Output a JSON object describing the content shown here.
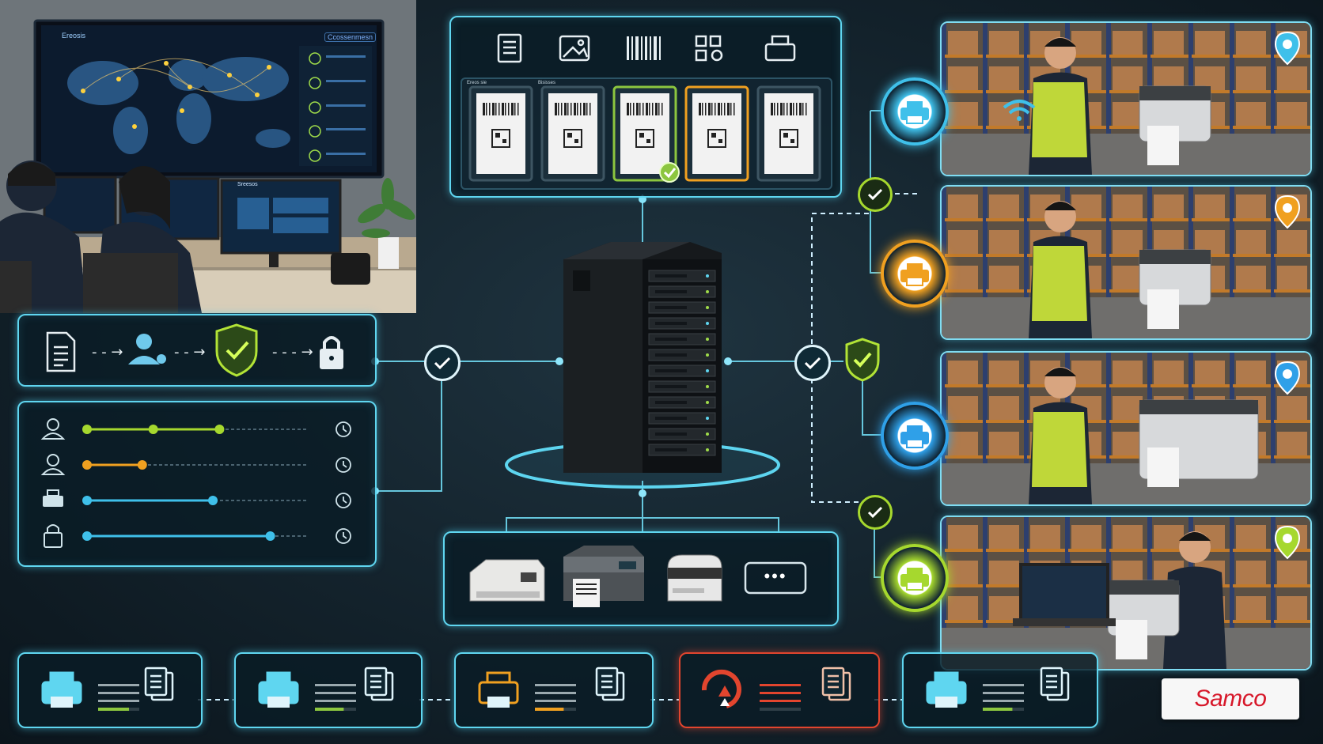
{
  "brand": {
    "logo_text": "Samco",
    "logo_color": "#d7182a"
  },
  "colors": {
    "accent_cyan": "#5fd6f0",
    "accent_green": "#a6d82e",
    "accent_orange": "#f0a020",
    "accent_red": "#e2452e",
    "accent_blue": "#2fa0e8"
  },
  "control_room": {
    "wall_monitor_title": "Ereosis",
    "wall_monitor_button": "Ccossenmesn",
    "desk_screen_title": "Sreesos",
    "checklist": [
      {
        "icon": "check-circle-icon",
        "status": "ok"
      },
      {
        "icon": "check-circle-icon",
        "status": "ok"
      },
      {
        "icon": "check-circle-icon",
        "status": "ok"
      },
      {
        "icon": "check-circle-icon",
        "status": "ok"
      },
      {
        "icon": "check-circle-icon",
        "status": "ok"
      }
    ]
  },
  "label_templates": {
    "format_icons": [
      "document-list-icon",
      "image-icon",
      "barcode-icon",
      "qr-code-icon",
      "printer-outline-icon"
    ],
    "tab_labels": [
      "Ereos sie",
      "Bisisses"
    ],
    "labels": [
      {
        "state": "default"
      },
      {
        "state": "default"
      },
      {
        "state": "selected",
        "badge": "check-icon"
      },
      {
        "state": "highlighted"
      },
      {
        "state": "default"
      }
    ]
  },
  "security_flow": {
    "steps": [
      "document-icon",
      "user-icon",
      "shield-check-icon",
      "padlock-icon"
    ]
  },
  "activity_timeline": {
    "rows": [
      {
        "icon": "user-icon",
        "color": "#a6d82e",
        "progress": 0.6,
        "markers": 3
      },
      {
        "icon": "user-outline-icon",
        "color": "#f0a020",
        "progress": 0.25,
        "markers": 2
      },
      {
        "icon": "printer-icon",
        "color": "#3fc0ea",
        "progress": 0.57,
        "markers": 2
      },
      {
        "icon": "padlock-icon",
        "color": "#3fc0ea",
        "progress": 0.83,
        "markers": 2
      }
    ]
  },
  "server": {
    "icon": "server-rack-icon"
  },
  "printer_models": {
    "items": [
      "desktop-printer-icon",
      "industrial-printer-icon",
      "compact-printer-icon"
    ],
    "more_label": "•••"
  },
  "sites": [
    {
      "node_color": "#3fc0ea",
      "pin_color": "#3fc0ea",
      "extra": "wifi-icon",
      "scene": "worker-printing-at-bench"
    },
    {
      "node_color": "#f0a020",
      "pin_color": "#f0a020",
      "scene": "worker-at-conveyor"
    },
    {
      "node_color": "#2fa0e8",
      "pin_color": "#2fa0e8",
      "scene": "worker-scanning-labels"
    },
    {
      "node_color": "#a6d82e",
      "pin_color": "#a6d82e",
      "scene": "worker-at-laptop"
    }
  ],
  "print_queue": [
    {
      "state": "ok",
      "color": "#5fd6f0",
      "bar_color": "#8cc63f",
      "fill": 0.75
    },
    {
      "state": "ok",
      "color": "#5fd6f0",
      "bar_color": "#8cc63f",
      "fill": 0.7
    },
    {
      "state": "warning",
      "color": "#f0a020",
      "bar_color": "#f0a020",
      "fill": 0.7
    },
    {
      "state": "error",
      "color": "#e2452e",
      "bar_color": "#e2452e",
      "fill": 0.0
    },
    {
      "state": "ok",
      "color": "#5fd6f0",
      "bar_color": "#8cc63f",
      "fill": 0.72
    }
  ]
}
